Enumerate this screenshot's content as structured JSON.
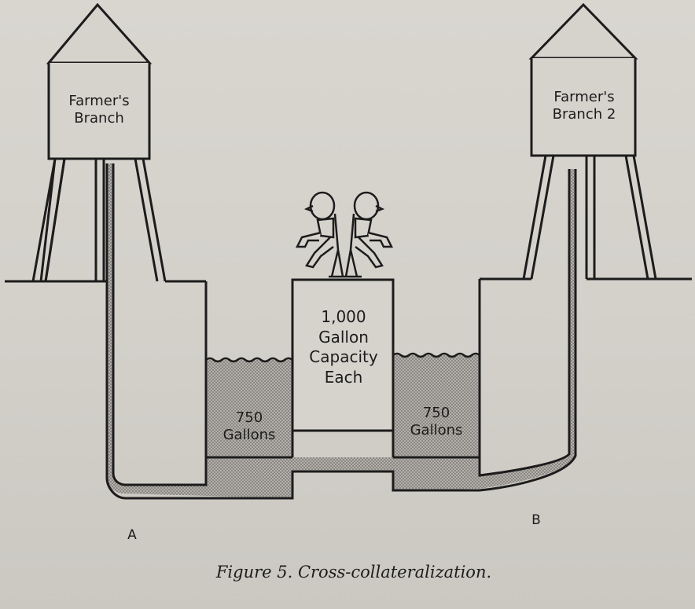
{
  "diagram": {
    "tank_a_label": "Farmer's\nBranch",
    "tank_b_label": "Farmer's\nBranch 2",
    "center_label": "1,000\nGallon\nCapacity\nEach",
    "left_level": "750\nGallons",
    "right_level": "750\nGallons",
    "point_a": "A",
    "point_b": "B"
  },
  "caption": "Figure 5. Cross-collateralization.",
  "colors": {
    "ink": "#1c1c1c",
    "water": "#a6a39e",
    "paper": "#d6d3cd"
  }
}
